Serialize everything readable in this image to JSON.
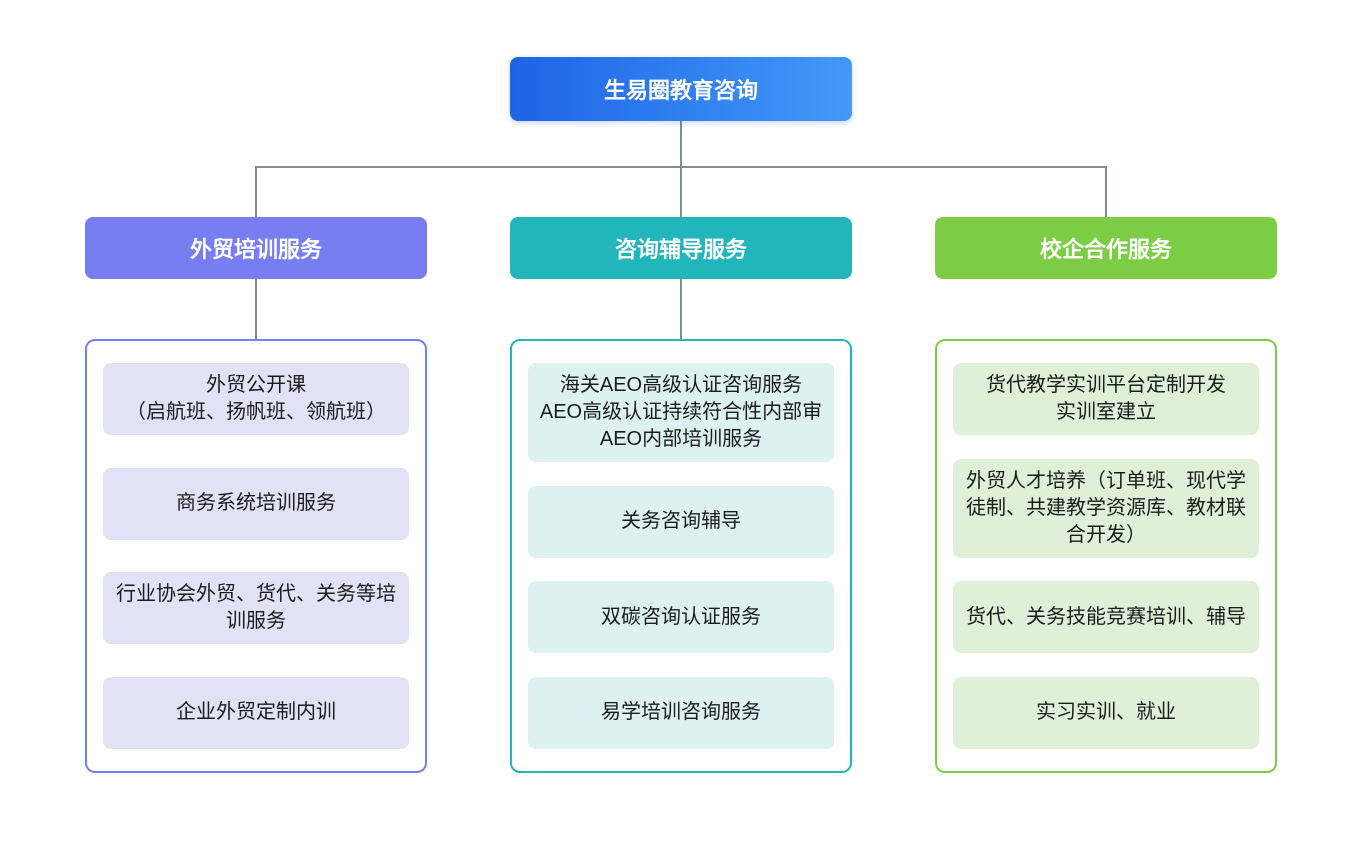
{
  "diagram": {
    "root": {
      "label": "生易圈教育咨询",
      "color_start": "#1e64e6",
      "color_end": "#4299f8"
    },
    "connector_color": "#828a96",
    "branches": [
      {
        "label": "外贸培训服务",
        "accent_color": "#777ef2",
        "item_bg_color": "#e3e1f6",
        "items": [
          "外贸公开课\n（启航班、扬帆班、领航班）",
          "商务系统培训服务",
          "行业协会外贸、货代、关务等培训服务",
          "企业外贸定制内训"
        ]
      },
      {
        "label": "咨询辅导服务",
        "accent_color": "#22b5bb",
        "item_bg_color": "#def1f2",
        "items": [
          "海关AEO高级认证咨询服务\nAEO高级认证持续符合性内部审\nAEO内部培训服务",
          "关务咨询辅导",
          "双碳咨询认证服务",
          "易学培训咨询服务"
        ]
      },
      {
        "label": "校企合作服务",
        "accent_color": "#7ccd45",
        "item_bg_color": "#dff0d9",
        "items": [
          "货代教学实训平台定制开发\n实训室建立",
          "外贸人才培养（订单班、现代学徒制、共建教学资源库、教材联合开发）",
          "货代、关务技能竞赛培训、辅导",
          "实习实训、就业"
        ]
      }
    ]
  }
}
